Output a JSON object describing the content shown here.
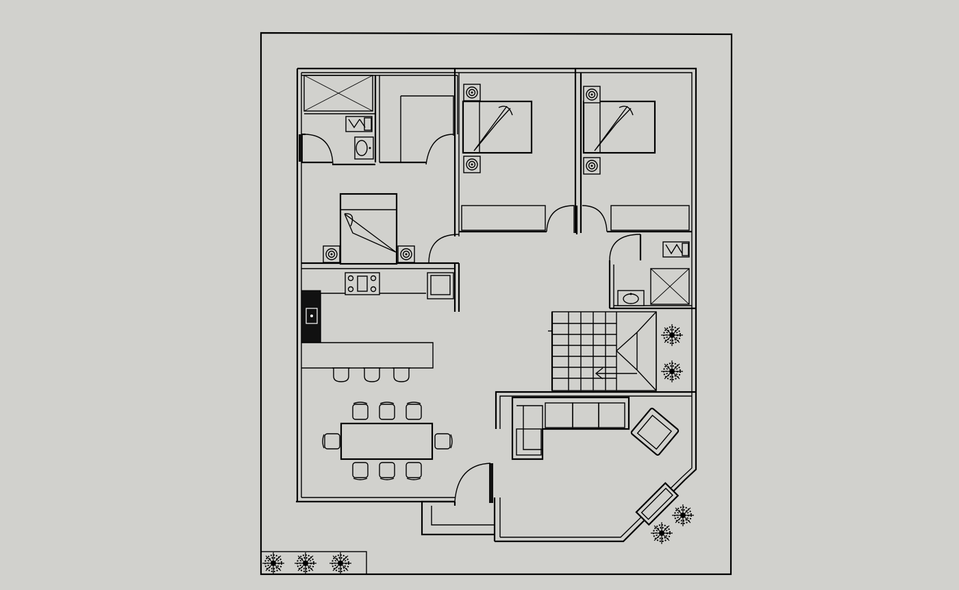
{
  "colors": {
    "background": "#d1d1cd",
    "line": "#000000"
  },
  "plan": {
    "bedrooms": [
      "bedroom-left",
      "bedroom-top-middle",
      "bedroom-top-right"
    ],
    "bathrooms": [
      "bathroom-top-left",
      "bathroom-right"
    ],
    "areas": [
      "kitchen",
      "dining",
      "living",
      "staircase",
      "entrance"
    ],
    "dining_chairs": 8,
    "bar_stools": 3,
    "sofa_seats": 3,
    "shrubs": 7
  }
}
